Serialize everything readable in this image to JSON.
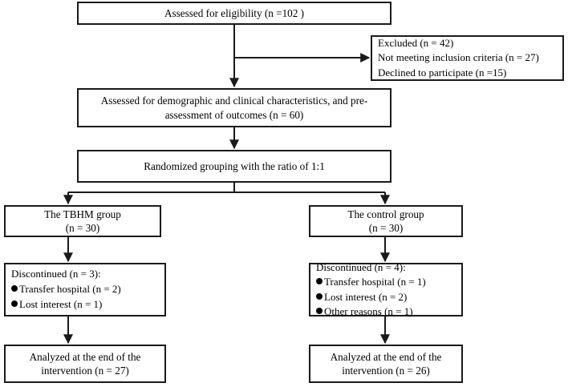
{
  "figure": {
    "type": "consort-flow-diagram",
    "stroke_color": "#1a1a1a",
    "background_color": "#ffffff"
  },
  "nodes": {
    "assessed": {
      "lines": [
        "Assessed for eligibility (n =102 )"
      ]
    },
    "excluded": {
      "lines": [
        "Excluded (n = 42)",
        "Not meeting inclusion criteria (n = 27)",
        "Declined to participate (n =15)"
      ]
    },
    "demographic": {
      "lines": [
        "Assessed for demographic and clinical characteristics, and pre-",
        "assessment of outcomes (n = 60)"
      ]
    },
    "randomized": {
      "lines": [
        "Randomized grouping with  the ratio of 1:1"
      ]
    },
    "tbhm_group": {
      "lines": [
        "The TBHM group",
        "(n = 30)"
      ]
    },
    "control_group": {
      "lines": [
        "The control group",
        "(n = 30)"
      ]
    },
    "discontinued_left": {
      "heading": "Discontinued (n = 3):",
      "bullets": [
        "Transfer hospital (n = 2)",
        "Lost interest  (n = 1)"
      ]
    },
    "discontinued_right": {
      "heading": "Discontinued (n = 4):",
      "bullets": [
        "Transfer hospital (n = 1)",
        "Lost interest  (n = 2)",
        "Other reasons  (n = 1)"
      ]
    },
    "analyzed_left": {
      "lines": [
        "Analyzed at the end of the",
        "intervention (n = 27)"
      ]
    },
    "analyzed_right": {
      "lines": [
        "Analyzed at the end of the",
        "intervention (n = 26)"
      ]
    }
  }
}
